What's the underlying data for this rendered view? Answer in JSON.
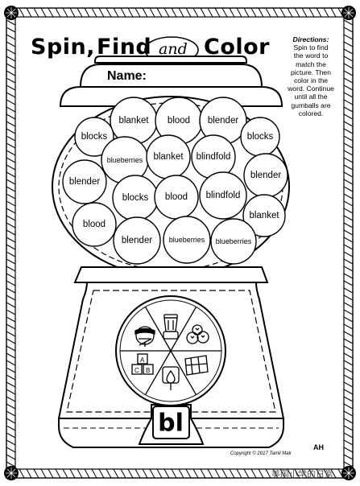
{
  "title": {
    "spin": "Spin,",
    "find": "Find",
    "and": "and",
    "color": "Color"
  },
  "name_label": "Name:",
  "directions": {
    "heading": "Directions:",
    "lines": [
      "Spin to find",
      "the word to",
      "match the",
      "picture. Then",
      "color in the",
      "word. Continue",
      "until all the",
      "gumballs are",
      "colored."
    ]
  },
  "gumballs": [
    {
      "word": "blanket"
    },
    {
      "word": "blood"
    },
    {
      "word": "blender"
    },
    {
      "word": "blocks"
    },
    {
      "word": "blocks"
    },
    {
      "word": "blueberries"
    },
    {
      "word": "blanket"
    },
    {
      "word": "blindfold"
    },
    {
      "word": "blender"
    },
    {
      "word": "blender"
    },
    {
      "word": "blocks"
    },
    {
      "word": "blood"
    },
    {
      "word": "blindfold"
    },
    {
      "word": "blood"
    },
    {
      "word": "blanket"
    },
    {
      "word": "blender"
    },
    {
      "word": "blueberries"
    },
    {
      "word": "blueberries"
    }
  ],
  "spinner": {
    "icons": [
      "blender-icon",
      "blueberries-icon",
      "blanket-icon",
      "blood-icon",
      "blocks-icon",
      "blindfold-icon"
    ]
  },
  "blend": "bl",
  "copyright": "Copyright © 2017 Tamil Mak",
  "initials": "AH",
  "watermark": "美国小学的日常"
}
